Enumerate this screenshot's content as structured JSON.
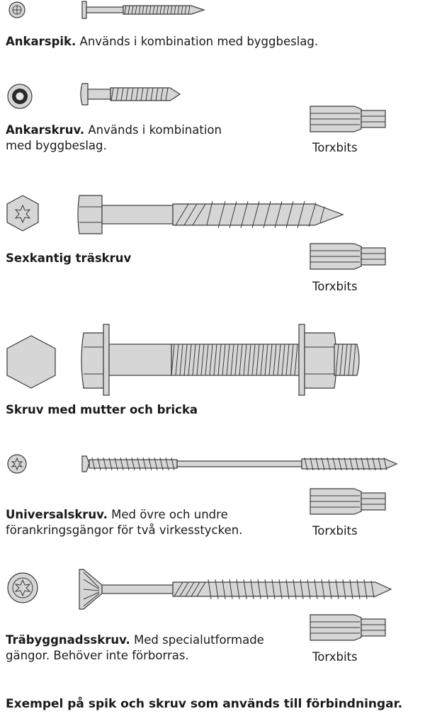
{
  "items": [
    {
      "name": "Ankarspik.",
      "desc": " Används i kombination med byggbeslag."
    },
    {
      "name": "Ankarskruv.",
      "desc": " Används i kombination",
      "desc2": "med byggbeslag.",
      "bits": "Torxbits"
    },
    {
      "name": "Sexkantig träskruv",
      "desc": "",
      "bits": "Torxbits"
    },
    {
      "name": "Skruv med mutter och bricka",
      "desc": ""
    },
    {
      "name": "Universalskruv.",
      "desc": " Med övre och undre",
      "desc2": "förankringsgängor för två virkesstycken.",
      "bits": "Torxbits"
    },
    {
      "name": "Träbyggnadsskruv.",
      "desc": " Med specialutformade",
      "desc2": "gängor. Behöver inte förborras.",
      "bits": "Torxbits"
    }
  ],
  "caption": "Exempel på spik och skruv som används till förbindningar."
}
